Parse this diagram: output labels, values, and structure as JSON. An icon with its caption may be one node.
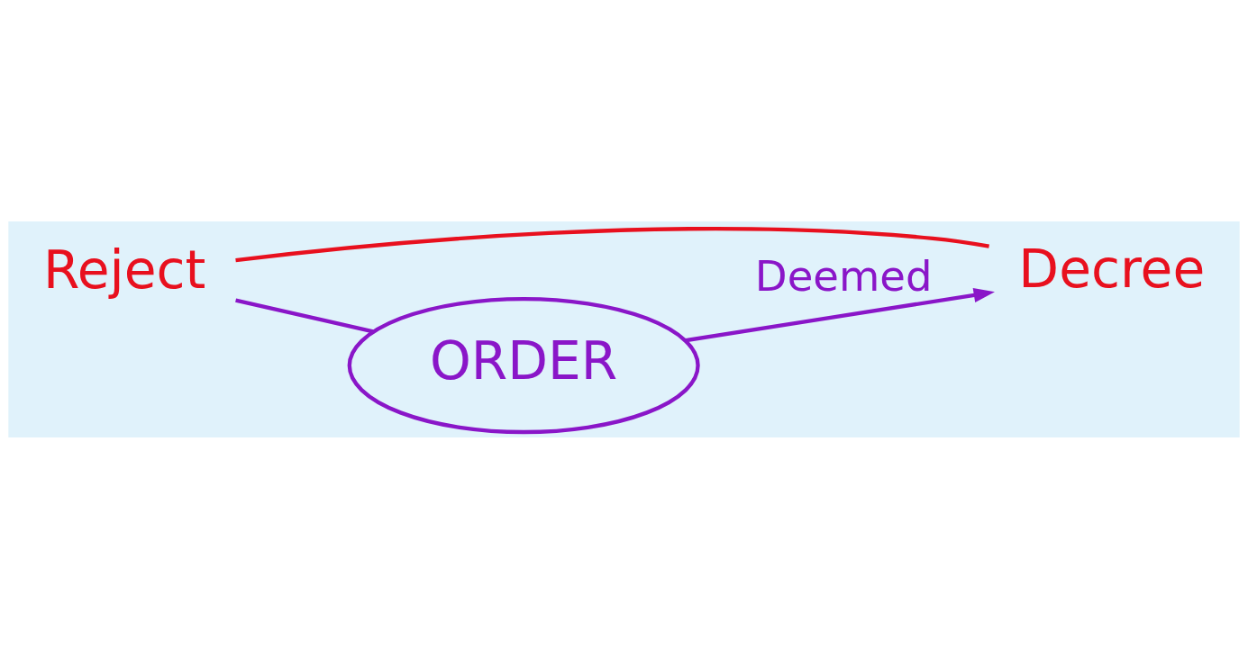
{
  "diagram": {
    "nodes": [
      {
        "text": [
          "Reject"
        ]
      },
      {
        "text": [
          "Decree"
        ]
      },
      {
        "text": [
          "ORDER"
        ]
      }
    ],
    "edges": [
      {
        "from": 0,
        "to": 1,
        "arrow": "none",
        "color": "#e8101e"
      },
      {
        "from": 0,
        "to": 2,
        "arrow": "none"
      },
      {
        "from": 2,
        "to": 1,
        "arrow": "to",
        "label": "Deemed"
      }
    ]
  }
}
